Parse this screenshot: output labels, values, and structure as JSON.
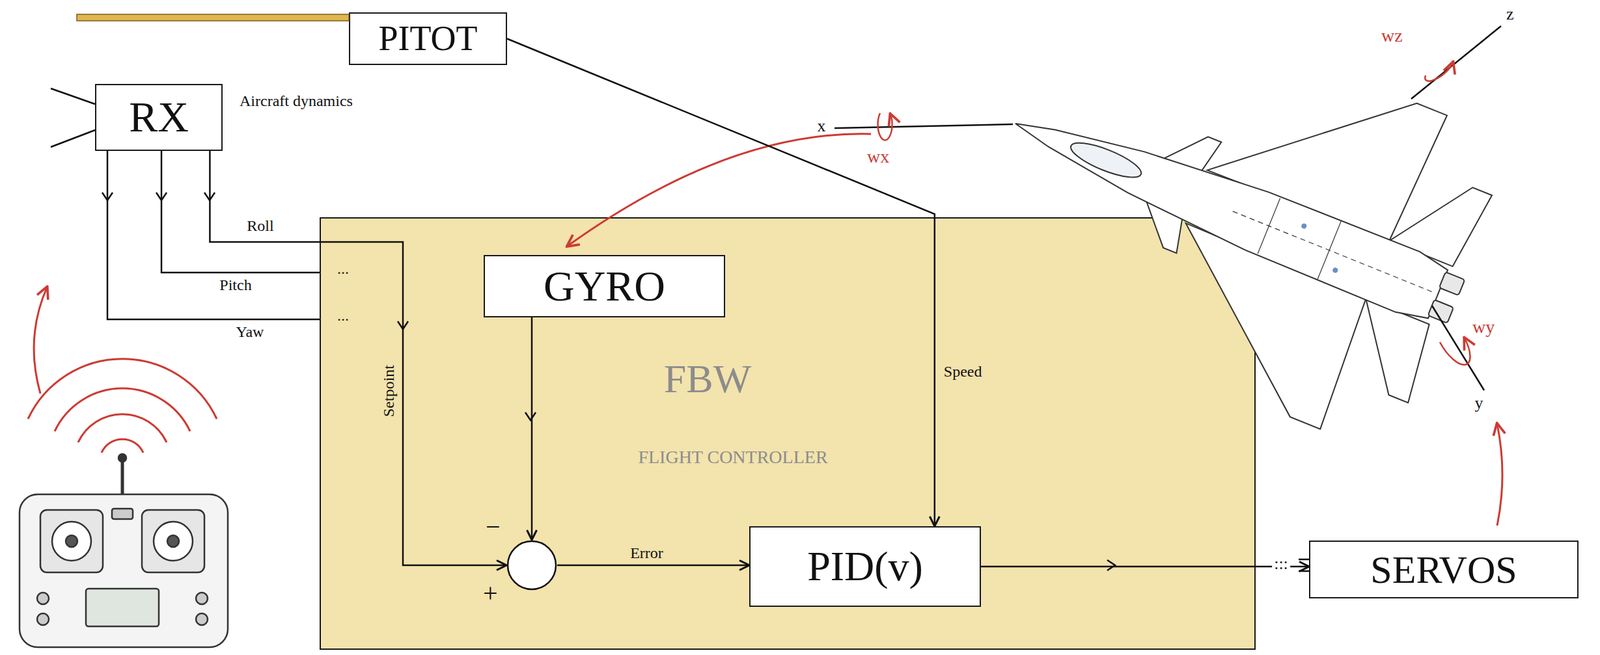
{
  "diagram": {
    "nodes": [
      {
        "text": [
          "PITOT"
        ]
      },
      {
        "text": [
          "RX"
        ]
      },
      {
        "text": [
          "FBW",
          "FLIGHT CONTROLLER"
        ]
      },
      {
        "text": [
          "GYRO"
        ],
        "in": 2
      },
      {
        "text": [
          "−",
          "+"
        ],
        "in": 2
      },
      {
        "text": [
          "PID(v)"
        ],
        "in": 2
      },
      {
        "text": [
          "SERVOS"
        ]
      }
    ],
    "edges": [
      {
        "from": 0,
        "to": 5,
        "label": "Speed",
        "arrow": "to"
      },
      {
        "from": 1,
        "to": 4,
        "label": "Setpoint",
        "arrow": "to"
      },
      {
        "from": 3,
        "to": 4,
        "arrow": "to"
      },
      {
        "from": 4,
        "to": 5,
        "label": "Error",
        "arrow": "to"
      },
      {
        "from": 5,
        "to": 6,
        "arrow": "to"
      }
    ],
    "labels": [
      "Aircraft dynamics",
      "Roll",
      "Pitch",
      "Yaw",
      "...",
      "...",
      ":::",
      "x",
      "z",
      "y",
      "wx",
      "wz",
      "wy"
    ]
  }
}
